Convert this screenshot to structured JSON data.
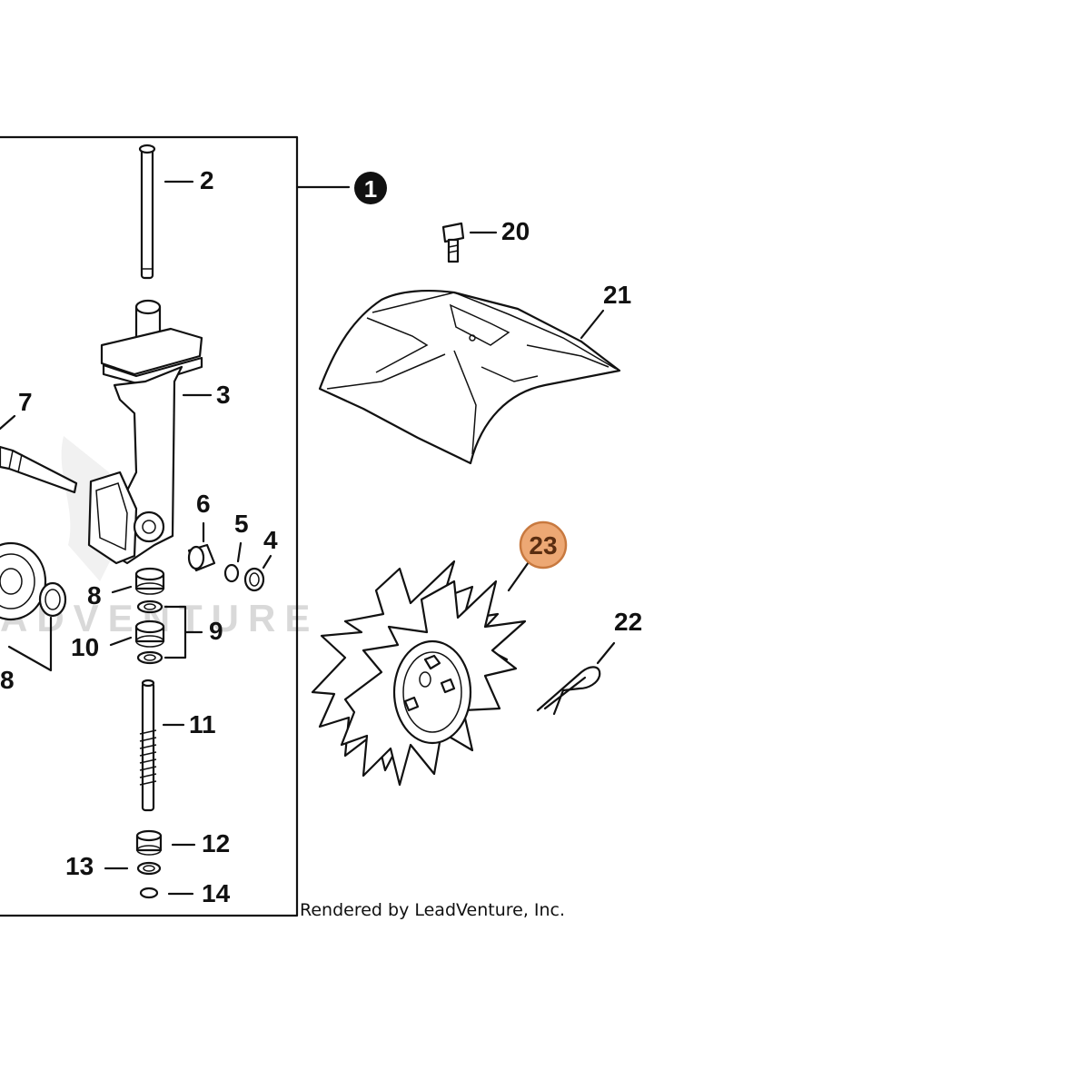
{
  "callouts": {
    "c1": "1",
    "c2": "2",
    "c3": "3",
    "c4": "4",
    "c5": "5",
    "c6": "6",
    "c7": "7",
    "c8a": "8",
    "c8b": "8",
    "c9": "9",
    "c10": "10",
    "c11": "11",
    "c12": "12",
    "c13": "13",
    "c14": "14",
    "c20": "20",
    "c21": "21",
    "c22": "22",
    "c23": "23"
  },
  "watermark": "ADVENTURE",
  "credit": "Rendered by LeadVenture, Inc.",
  "colors": {
    "highlight_fill": "#eda874",
    "highlight_stroke": "#c8793f",
    "badge_fill": "#111111",
    "line": "#111111"
  }
}
